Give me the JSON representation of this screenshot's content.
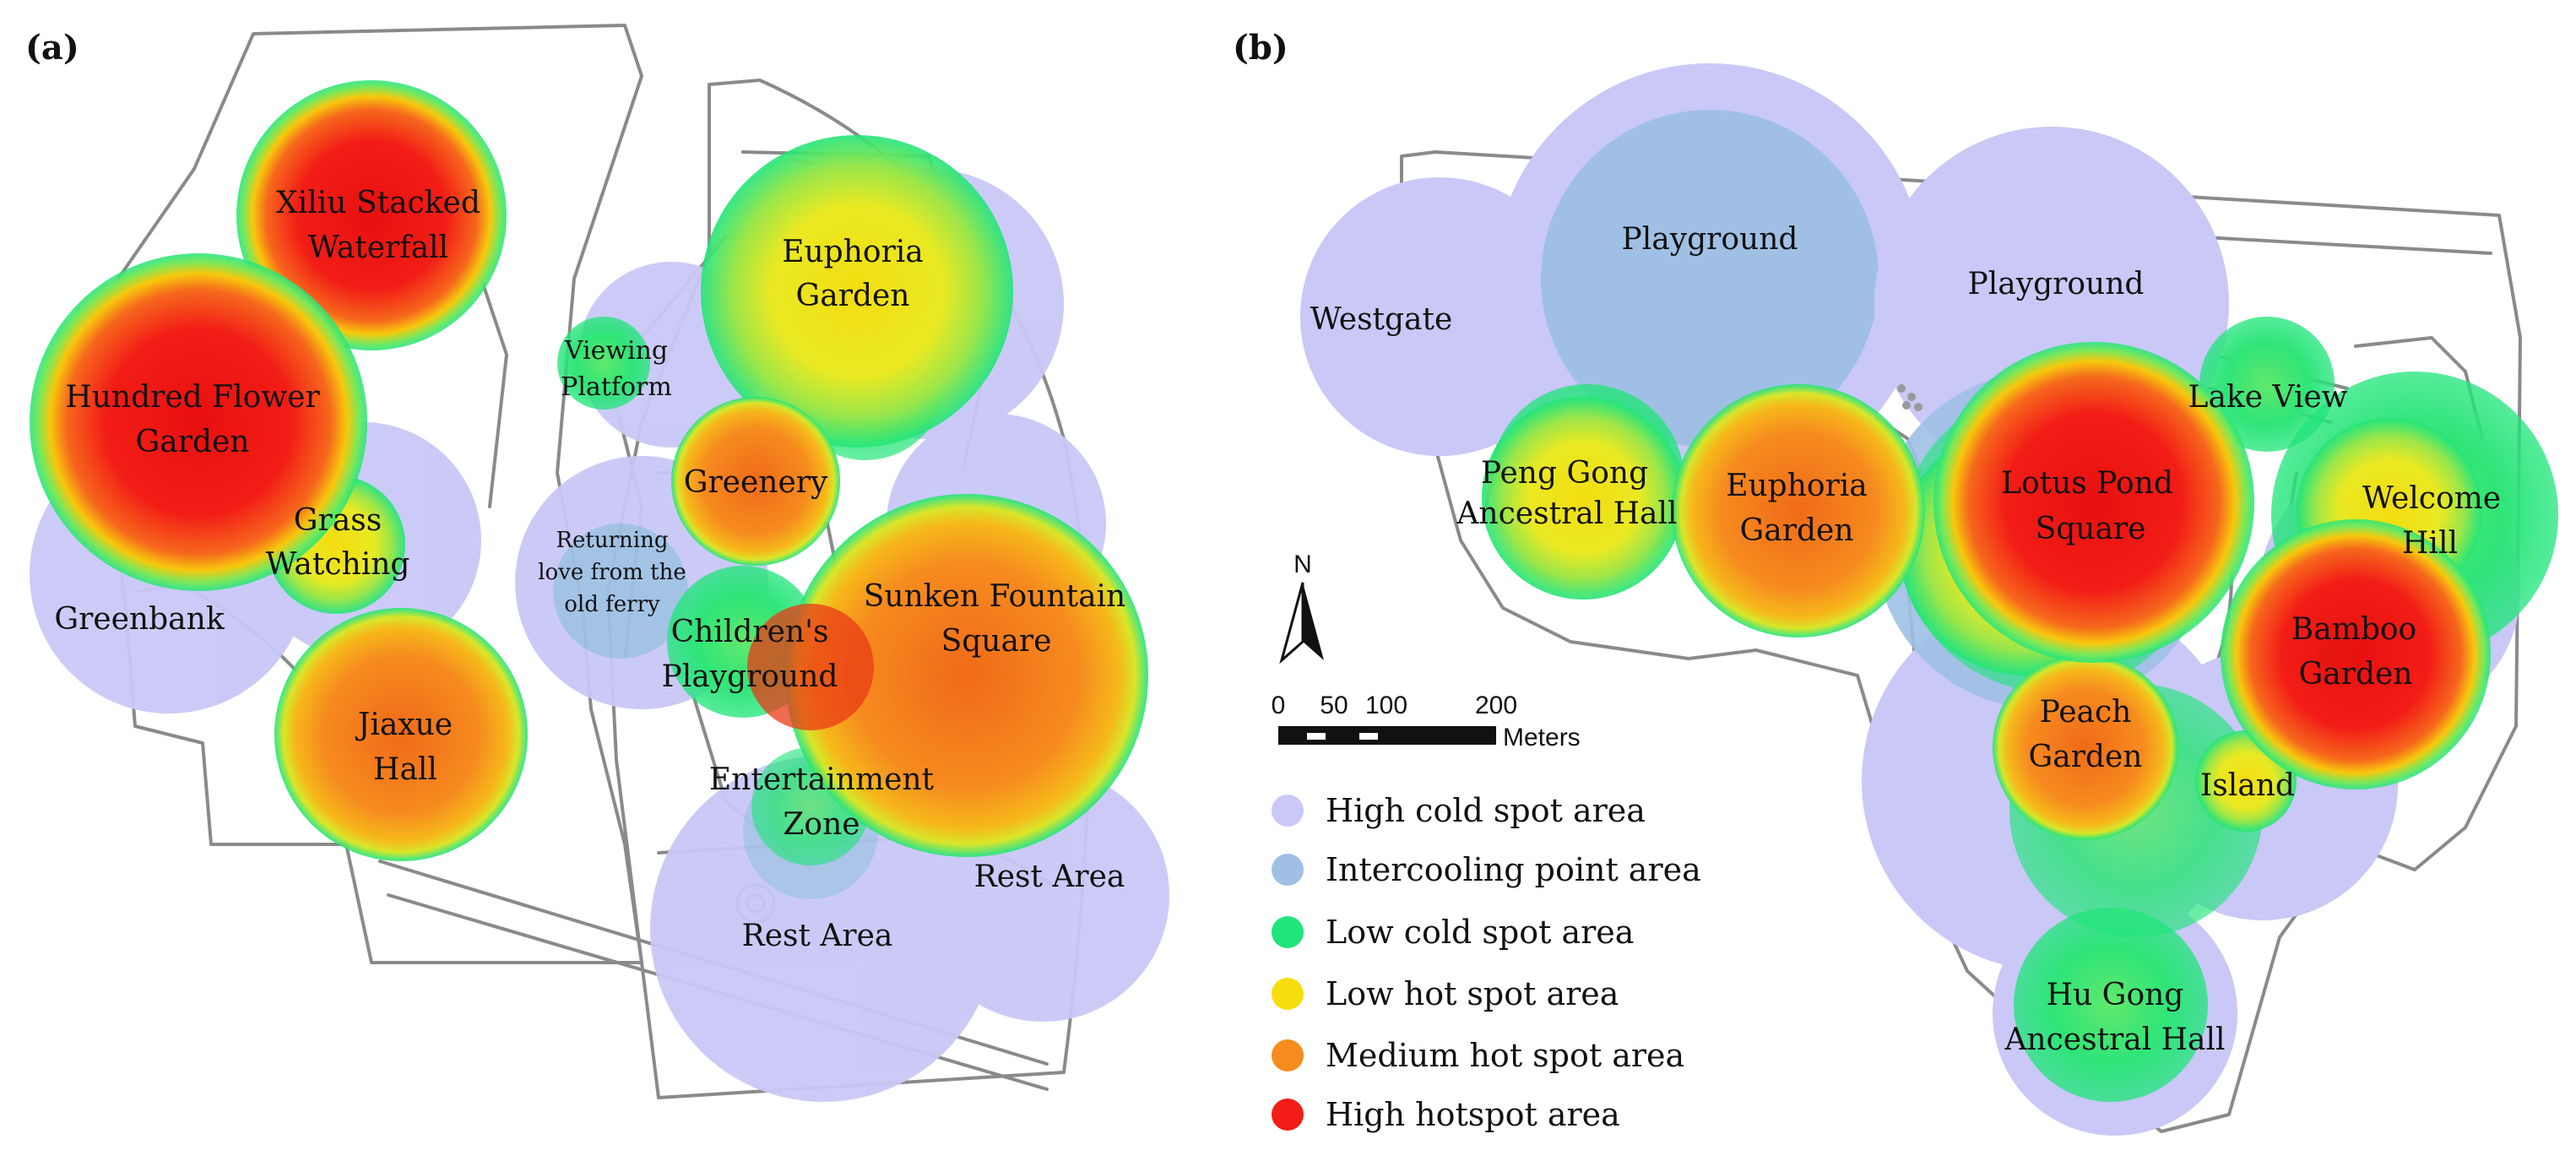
{
  "panels": {
    "a": {
      "label": "(a)"
    },
    "b": {
      "label": "(b)"
    }
  },
  "colors": {
    "high_cold": "#c9c8f7",
    "intercooling": "#9fc0e4",
    "low_cold": "#1fe57a",
    "low_hot": "#f7dd0d",
    "medium_hot": "#f68b1f",
    "high_hot": "#f21d16",
    "paths": "#8a8a8a"
  },
  "map_a": {
    "areas": [
      {
        "name": "Xiliu Stacked Waterfall",
        "category": "high_hot"
      },
      {
        "name": "Hundred Flower Garden",
        "category": "high_hot"
      },
      {
        "name": "Grass Watching",
        "category": "low_hot"
      },
      {
        "name": "Greenbank",
        "category": "high_cold"
      },
      {
        "name": "Jiaxue Hall",
        "category": "medium_hot"
      },
      {
        "name": "Euphoria Garden",
        "category": "low_hot"
      },
      {
        "name": "Viewing Platform",
        "category": "low_cold"
      },
      {
        "name": "Greenery",
        "category": "medium_hot"
      },
      {
        "name": "Returning love from the old ferry",
        "category": "intercooling"
      },
      {
        "name": "Children's Playground",
        "category": "low_cold"
      },
      {
        "name": "Sunken Fountain Square",
        "category": "medium_hot"
      },
      {
        "name": "Entertainment Zone",
        "category": "low_cold"
      },
      {
        "name": "Rest Area",
        "category": "high_cold"
      },
      {
        "name": "Rest Area",
        "category": "high_cold"
      }
    ],
    "labels": {
      "xiliu_1": "Xiliu Stacked",
      "xiliu_2": "Waterfall",
      "hundred_1": "Hundred Flower",
      "hundred_2": "Garden",
      "grass_1": "Grass",
      "grass_2": "Watching",
      "greenbank": "Greenbank",
      "jiaxue_1": "Jiaxue",
      "jiaxue_2": "Hall",
      "euphoria_1": "Euphoria",
      "euphoria_2": "Garden",
      "viewing_1": "Viewing",
      "viewing_2": "Platform",
      "greenery": "Greenery",
      "returning_1": "Returning",
      "returning_2": "love from the",
      "returning_3": "old ferry",
      "children_1": "Children's",
      "children_2": "Playground",
      "sunken_1": "Sunken Fountain",
      "sunken_2": "Square",
      "entertain_1": "Entertainment",
      "entertain_2": "Zone",
      "rest_1": "Rest Area",
      "rest_2": "Rest Area"
    }
  },
  "map_b": {
    "areas": [
      {
        "name": "Westgate",
        "category": "high_cold"
      },
      {
        "name": "Playground",
        "category": "intercooling"
      },
      {
        "name": "Playground",
        "category": "high_cold"
      },
      {
        "name": "Peng Gong Ancestral Hall",
        "category": "low_hot"
      },
      {
        "name": "Euphoria Garden",
        "category": "medium_hot"
      },
      {
        "name": "Lotus Pond Square",
        "category": "high_hot"
      },
      {
        "name": "Lake View",
        "category": "low_cold"
      },
      {
        "name": "Welcome Hill",
        "category": "low_hot"
      },
      {
        "name": "Bamboo Garden",
        "category": "high_hot"
      },
      {
        "name": "Peach Garden",
        "category": "medium_hot"
      },
      {
        "name": "Island",
        "category": "low_hot"
      },
      {
        "name": "Hu Gong Ancestral Hall",
        "category": "low_cold"
      }
    ],
    "labels": {
      "westgate": "Westgate",
      "playground_1": "Playground",
      "playground_2": "Playground",
      "penggong_1": "Peng Gong",
      "penggong_2": "Ancestral Hall",
      "euphoria_1": "Euphoria",
      "euphoria_2": "Garden",
      "lotus_1": "Lotus Pond",
      "lotus_2": "Square",
      "lakeview": "Lake View",
      "welcome_1": "Welcome",
      "welcome_2": "Hill",
      "bamboo_1": "Bamboo",
      "bamboo_2": "Garden",
      "peach_1": "Peach",
      "peach_2": "Garden",
      "island": "Island",
      "hugong_1": "Hu Gong",
      "hugong_2": "Ancestral Hall"
    }
  },
  "north_arrow": {
    "label": "N",
    "icon": "north-arrow-icon"
  },
  "scale_bar": {
    "ticks": [
      "0",
      "50",
      "100",
      "200"
    ],
    "unit": "Meters"
  },
  "legend": {
    "items": [
      {
        "label": "High cold spot area",
        "key": "high_cold"
      },
      {
        "label": "Intercooling point area",
        "key": "intercooling"
      },
      {
        "label": "Low cold spot area",
        "key": "low_cold"
      },
      {
        "label": "Low hot spot area",
        "key": "low_hot"
      },
      {
        "label": "Medium hot spot area",
        "key": "medium_hot"
      },
      {
        "label": "High hotspot area",
        "key": "high_hot"
      }
    ]
  }
}
